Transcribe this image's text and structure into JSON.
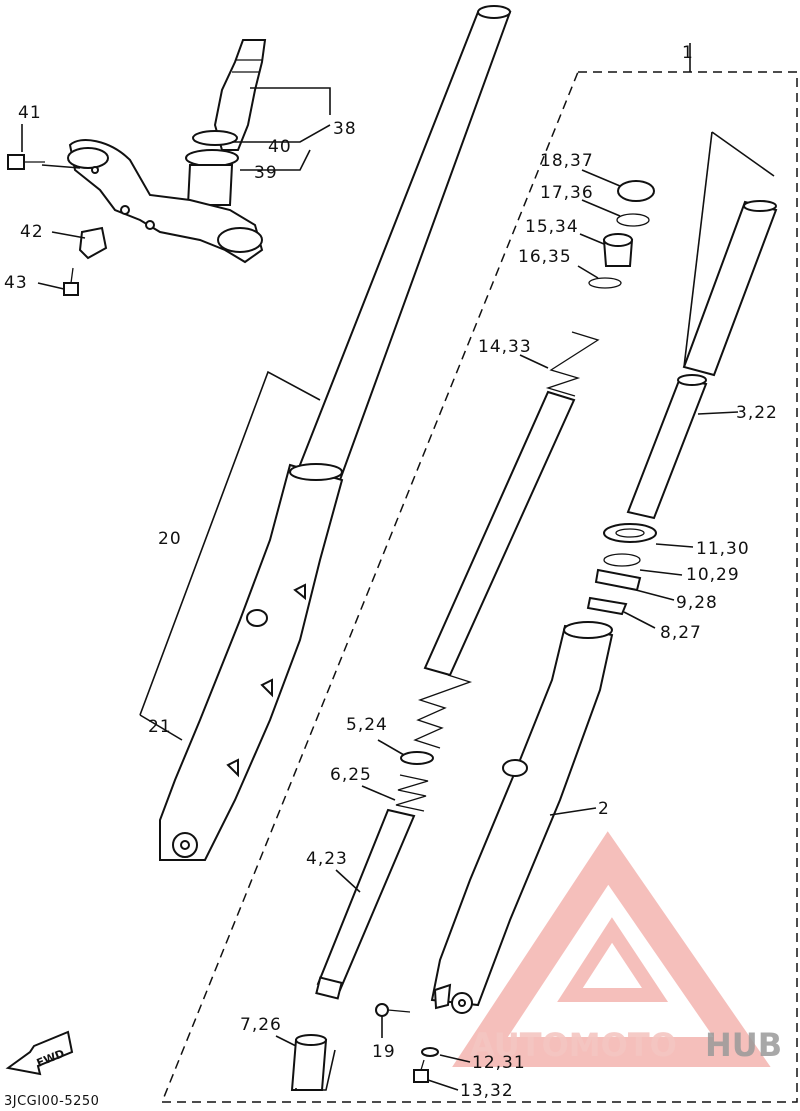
{
  "diagram": {
    "code": "3JCGI00-5250",
    "fwd": "FWD",
    "labels": {
      "l1": "1",
      "l2": "2",
      "l3_22": "3,22",
      "l4_23": "4,23",
      "l5_24": "5,24",
      "l6_25": "6,25",
      "l7_26": "7,26",
      "l8_27": "8,27",
      "l9_28": "9,28",
      "l10_29": "10,29",
      "l11_30": "11,30",
      "l12_31": "12,31",
      "l13_32": "13,32",
      "l14_33": "14,33",
      "l15_34": "15,34",
      "l16_35": "16,35",
      "l17_36": "17,36",
      "l18_37": "18,37",
      "l19": "19",
      "l20": "20",
      "l21": "21",
      "l38": "38",
      "l39": "39",
      "l40": "40",
      "l41": "41",
      "l42": "42",
      "l43": "43"
    }
  },
  "watermark": {
    "text_a": "AUTOMOTO",
    "text_b": "HUB",
    "color_red": "#e8403a",
    "color_grey": "#3a3a3a"
  }
}
